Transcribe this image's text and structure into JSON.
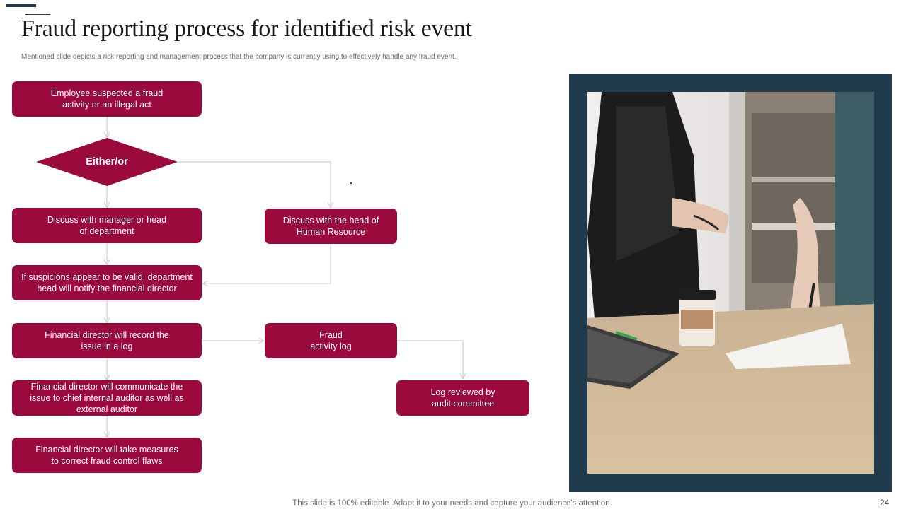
{
  "slide": {
    "title": "Fraud reporting process for identified risk event",
    "subtitle": "Mentioned slide depicts a risk reporting and management  process that the company is currently using to effectively handle any fraud event.",
    "footer": "This slide is 100% editable. Adapt it to your needs and capture your audience's attention.",
    "page_number": "24"
  },
  "flow": {
    "start": "Employee suspected a fraud\nactivity or an illegal act",
    "decision": "Either/or",
    "manager": "Discuss with manager or head\nof department",
    "hr": "Discuss with the head of\nHuman Resource",
    "notify": "If suspicions appear to be valid, department\nhead will notify the financial director",
    "record": "Financial director will record the\nissue in a log",
    "log": "Fraud\nactivity log",
    "communicate": "Financial director will communicate the\nissue to chief internal auditor as well as\nexternal auditor",
    "review": "Log reviewed  by\naudit committee",
    "measures": "Financial director will take measures\nto correct fraud control flaws"
  },
  "colors": {
    "box_fill": "#9a0a3c",
    "connector": "#cfcfcf",
    "frame": "#203b4c"
  },
  "photo": {
    "subject": "office-meeting-photo"
  }
}
